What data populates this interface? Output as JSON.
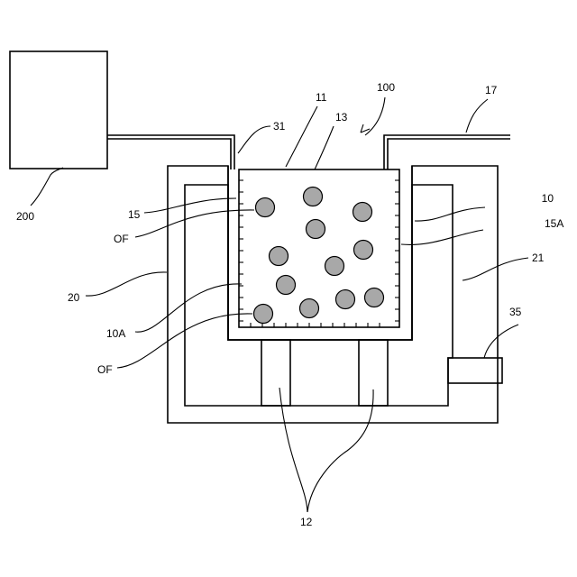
{
  "labels": {
    "l200": "200",
    "l31": "31",
    "l11": "11",
    "l13": "13",
    "l100": "100",
    "l17": "17",
    "l15": "15",
    "l10": "10",
    "lOF1": "OF",
    "l15A": "15A",
    "l21": "21",
    "l20": "20",
    "l10A": "10A",
    "l35": "35",
    "lOF2": "OF",
    "l12": "12"
  },
  "colors": {
    "ball_fill": "#a8a8a8",
    "line": "#000000",
    "background": "#ffffff"
  }
}
